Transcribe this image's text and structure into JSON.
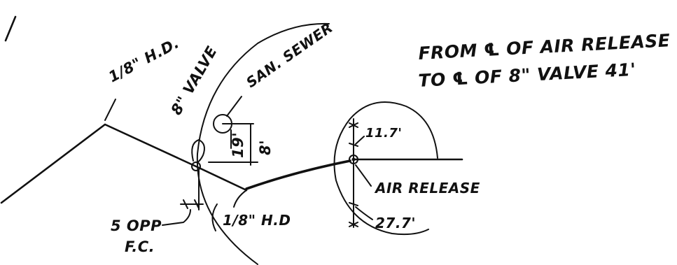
{
  "notes": {
    "line1": "FROM ℄ OF AIR RELEASE",
    "line2": "TO ℄ OF 8\" VALVE 41'"
  },
  "labels": {
    "hydrant_top": "1/8\" H.D.",
    "valve_8in": "8\" VALVE",
    "san_sewer": "SAN. SEWER",
    "dim_19": "19'",
    "dim_8": "8'",
    "dim_11_7": "11.7'",
    "air_release": "AIR RELEASE",
    "dim_27_7": "27.7'",
    "hydrant_bottom": "1/8\" H.D",
    "opp_fc_line1": "5 OPP",
    "opp_fc_line2": "F.C."
  },
  "colors": {
    "ink": "#111111",
    "paper": "#ffffff"
  }
}
